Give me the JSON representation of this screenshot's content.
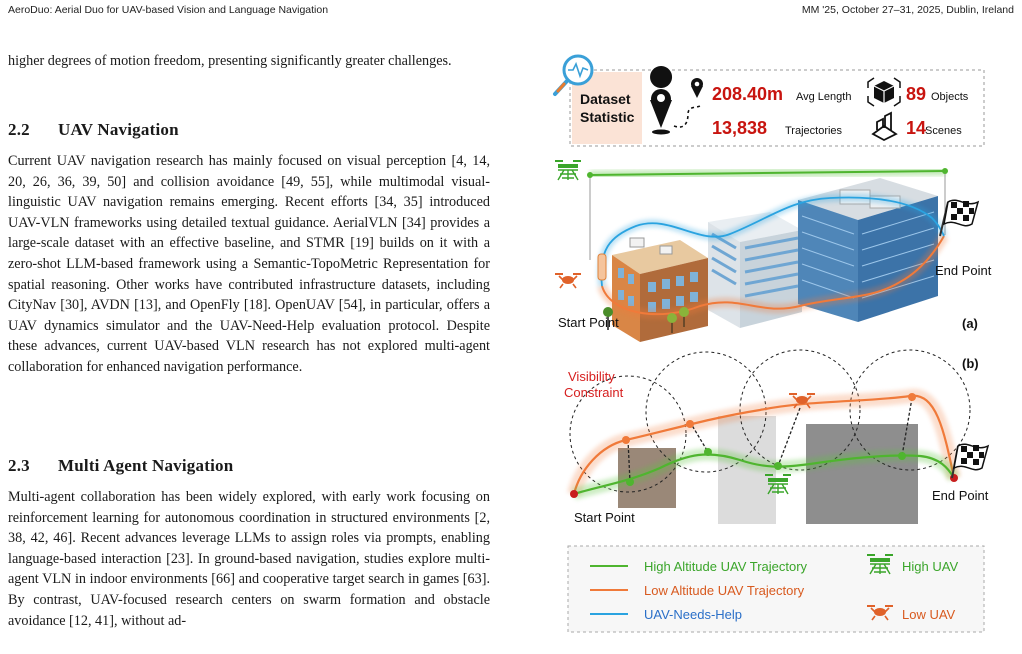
{
  "header": {
    "left": "AeroDuo: Aerial Duo for UAV-based Vision and Language Navigation",
    "right": "MM '25, October 27–31, 2025, Dublin, Ireland"
  },
  "intro_para": "higher degrees of motion freedom, presenting significantly greater challenges.",
  "section_22": {
    "number": "2.2",
    "title": "UAV Navigation",
    "body": "Current UAV navigation research has mainly focused on visual perception [4, 14, 20, 26, 36, 39, 50] and collision avoidance [49, 55], while multimodal visual-linguistic UAV navigation remains emerging. Recent efforts [34, 35] introduced UAV-VLN frameworks using detailed textual guidance. AerialVLN [34] provides a large-scale dataset with an effective baseline, and STMR [19] builds on it with a zero-shot LLM-based framework using a Semantic-TopoMetric Representation for spatial reasoning. Other works have contributed infrastructure datasets, including CityNav [30], AVDN [13], and OpenFly [18]. OpenUAV [54], in particular, offers a UAV dynamics simulator and the UAV-Need-Help evaluation protocol. Despite these advances, current UAV-based VLN research has not explored multi-agent collaboration for enhanced navigation performance."
  },
  "section_23": {
    "number": "2.3",
    "title": "Multi Agent Navigation",
    "body": "Multi-agent collaboration has been widely explored, with early work focusing on reinforcement learning for autonomous coordination in structured environments [2, 38, 42, 46]. Recent advances leverage LLMs to assign roles via prompts, enabling language-based interaction [23]. In ground-based navigation, studies explore multi-agent VLN in indoor environments [66] and cooperative target search in games [63]. By contrast, UAV-focused research centers on swarm formation and obstacle avoidance [12, 41], without ad-"
  },
  "figure": {
    "stats": {
      "label_line1": "Dataset",
      "label_line2": "Statistic",
      "avg_length_value": "208.40m",
      "avg_length_label": "Avg Length",
      "trajectories_value": "13,838",
      "trajectories_label": "Trajectories",
      "objects_value": "89",
      "objects_label": "Objects",
      "scenes_value": "14",
      "scenes_label": "Scenes"
    },
    "panel_a": {
      "tag": "(a)",
      "start_label": "Start Point",
      "end_label": "End Point"
    },
    "panel_b": {
      "tag": "(b)",
      "visibility_line1": "Visibility",
      "visibility_line2": "Constraint",
      "start_label": "Start Point",
      "end_label": "End Point"
    },
    "legend": {
      "high_traj": "High Altitude UAV Trajectory",
      "low_traj": "Low Altitude UAV Trajectory",
      "needs_help": "UAV-Needs-Help",
      "high_uav": "High UAV",
      "low_uav": "Low UAV"
    },
    "colors": {
      "high": "#5cc53c",
      "low": "#f07a3a",
      "help": "#2aa3e0",
      "value_red": "#c8140f",
      "legend_high_text": "#3aa52a",
      "legend_low_text": "#d85a1f",
      "legend_help_text": "#2a6fc8"
    }
  }
}
